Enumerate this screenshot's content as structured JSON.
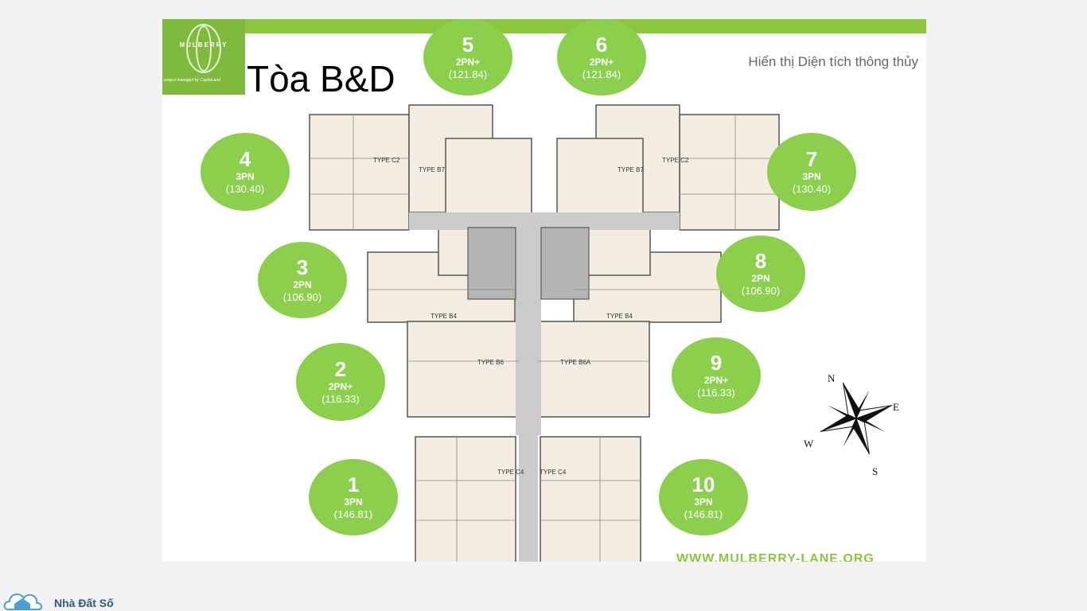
{
  "slide": {
    "logo": {
      "brand": "MULBERRY",
      "tagline": "project managed by CapitaLand"
    },
    "title": "Tòa B&D",
    "area_note": "Hiển thị Diện tích thông thủy",
    "website": "WWW.MULBERRY-LANE.ORG",
    "units": [
      {
        "num": "1",
        "type": "3PN",
        "area": "(146.81)"
      },
      {
        "num": "2",
        "type": "2PN+",
        "area": "(116.33)"
      },
      {
        "num": "3",
        "type": "2PN",
        "area": "(106.90)"
      },
      {
        "num": "4",
        "type": "3PN",
        "area": "(130.40)"
      },
      {
        "num": "5",
        "type": "2PN+",
        "area": "(121.84)"
      },
      {
        "num": "6",
        "type": "2PN+",
        "area": "(121.84)"
      },
      {
        "num": "7",
        "type": "3PN",
        "area": "(130.40)"
      },
      {
        "num": "8",
        "type": "2PN",
        "area": "(106.90)"
      },
      {
        "num": "9",
        "type": "2PN+",
        "area": "(116.33)"
      },
      {
        "num": "10",
        "type": "3PN",
        "area": "(146.81)"
      }
    ],
    "plan_labels": [
      "TYPE C2",
      "TYPE B7",
      "TYPE B7",
      "TYPE C2",
      "TYPE B4",
      "TYPE B4",
      "TYPE B6",
      "TYPE B6A",
      "TYPE C4",
      "TYPE C4"
    ],
    "compass": {
      "n": "N",
      "e": "E",
      "s": "S",
      "w": "W"
    },
    "colors": {
      "accent": "#8cc63e",
      "bubble": "#8ccf4d"
    }
  },
  "watermark": {
    "text": "Nhà Đất Số"
  }
}
